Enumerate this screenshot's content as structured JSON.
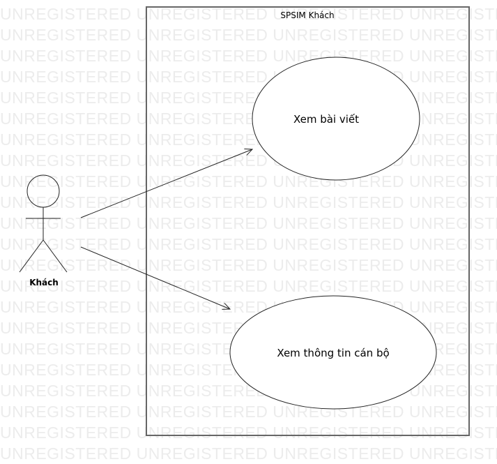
{
  "watermark": {
    "text": "UNREGISTERED",
    "color": "#ececec"
  },
  "system": {
    "title": "SPSIM Khách"
  },
  "actor": {
    "name": "Khách"
  },
  "use_cases": [
    {
      "id": "uc1",
      "label": "Xem bài viết"
    },
    {
      "id": "uc2",
      "label": "Xem thông tin cán bộ"
    }
  ]
}
